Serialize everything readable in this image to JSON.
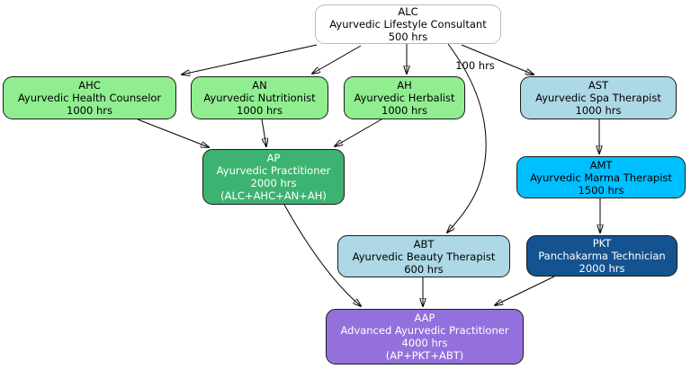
{
  "diagram": {
    "title_implicit": "Ayurvedic certification pathway flowchart",
    "colors": {
      "background": "#ffffff",
      "edge": "#000000",
      "node_border": "#1a1a1a",
      "alc_fill": "#ffffff",
      "alc_border": "#b9b9b9",
      "level1_green": "#90EE90",
      "practitioner_green": "#3CB371",
      "therapist_light_blue": "#ADD8E6",
      "marma_blue": "#00BFFF",
      "panchakarma_navy": "#14538F",
      "advanced_purple": "#9370DB"
    },
    "nodes": {
      "alc": {
        "abbr": "ALC",
        "name": "Ayurvedic Lifestyle Consultant",
        "hours": "500 hrs"
      },
      "ahc": {
        "abbr": "AHC",
        "name": "Ayurvedic Health Counselor",
        "hours": "1000 hrs"
      },
      "an": {
        "abbr": "AN",
        "name": "Ayurvedic Nutritionist",
        "hours": "1000 hrs"
      },
      "ah": {
        "abbr": "AH",
        "name": "Ayurvedic Herbalist",
        "hours": "1000 hrs"
      },
      "ast": {
        "abbr": "AST",
        "name": "Ayurvedic Spa Therapist",
        "hours": "1000 hrs"
      },
      "ap": {
        "abbr": "AP",
        "name": "Ayurvedic Practitioner",
        "hours": "2000 hrs",
        "formula": "(ALC+AHC+AN+AH)"
      },
      "amt": {
        "abbr": "AMT",
        "name": "Ayurvedic Marma Therapist",
        "hours": "1500 hrs"
      },
      "abt": {
        "abbr": "ABT",
        "name": "Ayurvedic Beauty Therapist",
        "hours": "600 hrs"
      },
      "pkt": {
        "abbr": "PKT",
        "name": "Panchakarma Technician",
        "hours": "2000 hrs"
      },
      "aap": {
        "abbr": "AAP",
        "name": "Advanced Ayurvedic Practitioner",
        "hours": "4000 hrs",
        "formula": "(AP+PKT+ABT)"
      }
    },
    "edges": [
      {
        "from": "ALC",
        "to": "AHC"
      },
      {
        "from": "ALC",
        "to": "AN"
      },
      {
        "from": "ALC",
        "to": "AH"
      },
      {
        "from": "ALC",
        "to": "AST"
      },
      {
        "from": "ALC",
        "to": "ABT",
        "label": "100 hrs"
      },
      {
        "from": "AHC",
        "to": "AP"
      },
      {
        "from": "AN",
        "to": "AP"
      },
      {
        "from": "AH",
        "to": "AP"
      },
      {
        "from": "AST",
        "to": "AMT"
      },
      {
        "from": "AMT",
        "to": "PKT"
      },
      {
        "from": "AP",
        "to": "AAP"
      },
      {
        "from": "ABT",
        "to": "AAP"
      },
      {
        "from": "PKT",
        "to": "AAP"
      }
    ]
  }
}
